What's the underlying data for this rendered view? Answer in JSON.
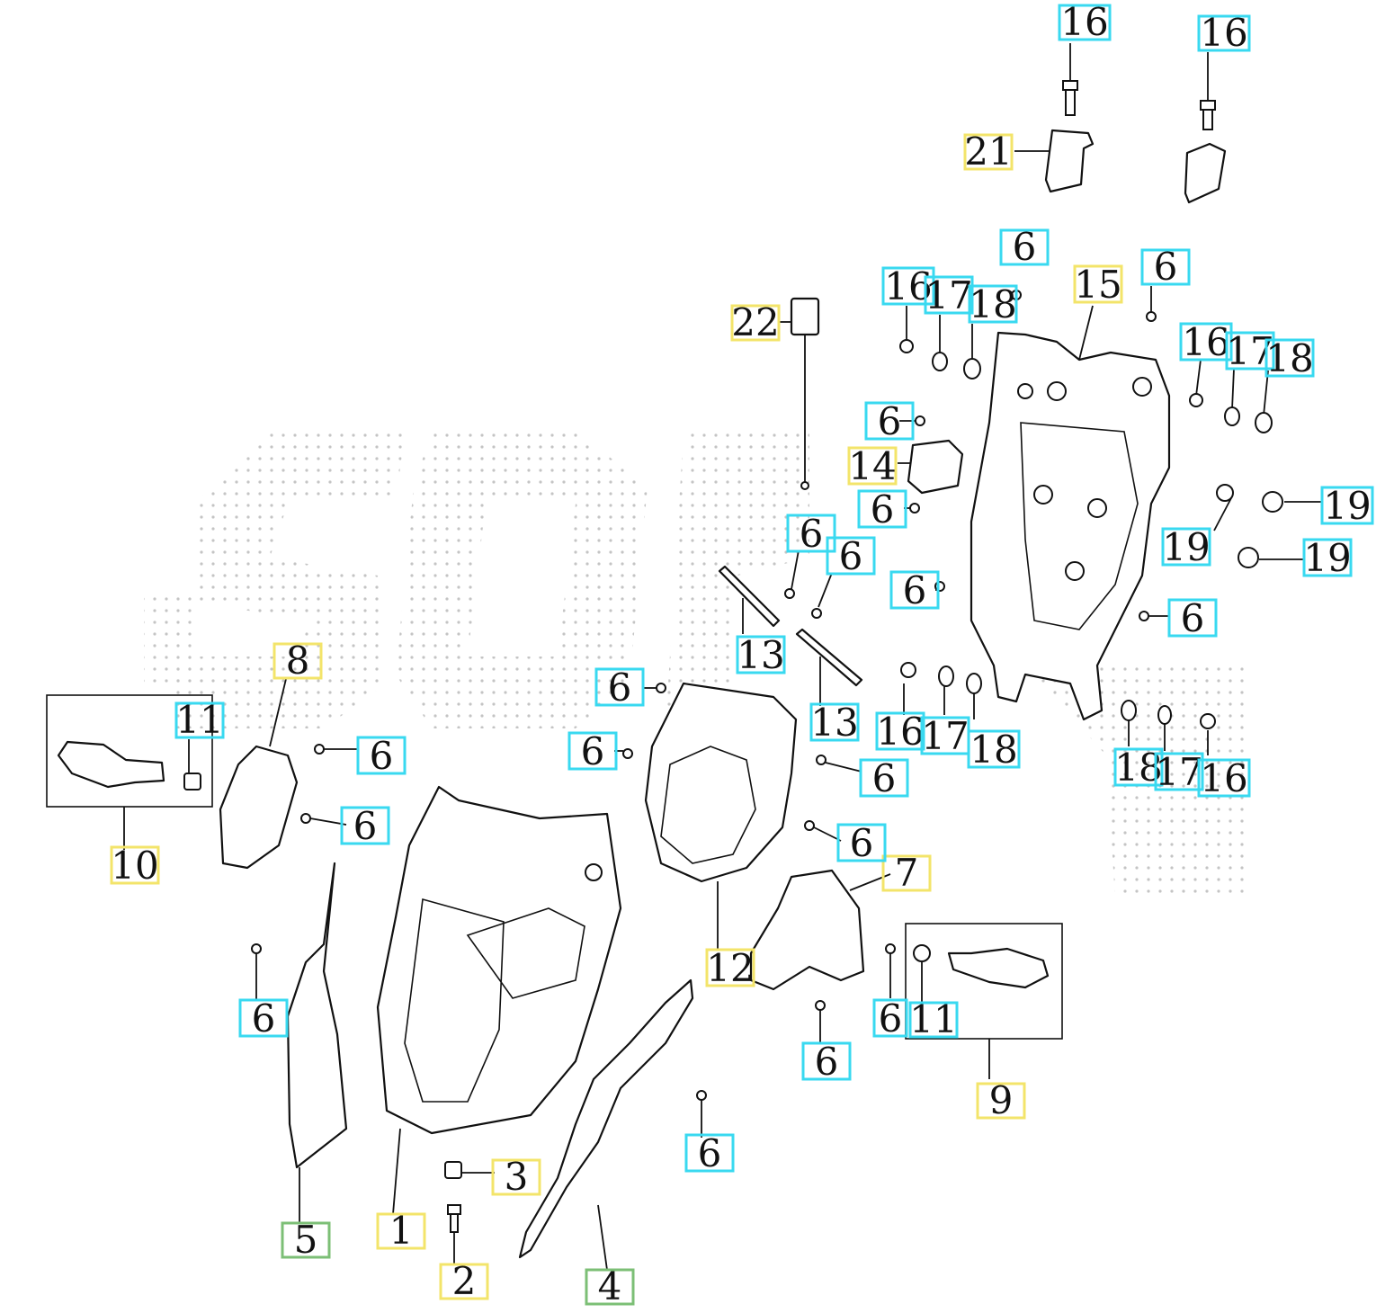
{
  "diagram": {
    "watermark_dots": "#c8c8c8",
    "colors": {
      "cyan": "#39d9f0",
      "yellow": "#f3e46a",
      "green": "#7cbf76"
    },
    "labels": [
      {
        "id": "l16a",
        "text": "16",
        "color": "cyan"
      },
      {
        "id": "l16b",
        "text": "16",
        "color": "cyan"
      },
      {
        "id": "l21",
        "text": "21",
        "color": "yellow"
      },
      {
        "id": "l6a",
        "text": "6",
        "color": "cyan"
      },
      {
        "id": "l6b",
        "text": "6",
        "color": "cyan"
      },
      {
        "id": "l16c",
        "text": "16",
        "color": "cyan"
      },
      {
        "id": "l17a",
        "text": "17",
        "color": "cyan"
      },
      {
        "id": "l18a",
        "text": "18",
        "color": "cyan"
      },
      {
        "id": "l15",
        "text": "15",
        "color": "yellow"
      },
      {
        "id": "l22",
        "text": "22",
        "color": "yellow"
      },
      {
        "id": "l16d",
        "text": "16",
        "color": "cyan"
      },
      {
        "id": "l17b",
        "text": "17",
        "color": "cyan"
      },
      {
        "id": "l18b",
        "text": "18",
        "color": "cyan"
      },
      {
        "id": "l6c",
        "text": "6",
        "color": "cyan"
      },
      {
        "id": "l14",
        "text": "14",
        "color": "yellow"
      },
      {
        "id": "l6d",
        "text": "6",
        "color": "cyan"
      },
      {
        "id": "l19a",
        "text": "19",
        "color": "cyan"
      },
      {
        "id": "l19b",
        "text": "19",
        "color": "cyan"
      },
      {
        "id": "l19c",
        "text": "19",
        "color": "cyan"
      },
      {
        "id": "l6e",
        "text": "6",
        "color": "cyan"
      },
      {
        "id": "l6f",
        "text": "6",
        "color": "cyan"
      },
      {
        "id": "l6g",
        "text": "6",
        "color": "cyan"
      },
      {
        "id": "l6h",
        "text": "6",
        "color": "cyan"
      },
      {
        "id": "l13a",
        "text": "13",
        "color": "cyan"
      },
      {
        "id": "l8",
        "text": "8",
        "color": "yellow"
      },
      {
        "id": "l11a",
        "text": "11",
        "color": "cyan"
      },
      {
        "id": "l6i",
        "text": "6",
        "color": "cyan"
      },
      {
        "id": "l13b",
        "text": "13",
        "color": "cyan"
      },
      {
        "id": "l16e",
        "text": "16",
        "color": "cyan"
      },
      {
        "id": "l17c",
        "text": "17",
        "color": "cyan"
      },
      {
        "id": "l18c",
        "text": "18",
        "color": "cyan"
      },
      {
        "id": "l18d",
        "text": "18",
        "color": "cyan"
      },
      {
        "id": "l17d",
        "text": "17",
        "color": "cyan"
      },
      {
        "id": "l16f",
        "text": "16",
        "color": "cyan"
      },
      {
        "id": "l6j",
        "text": "6",
        "color": "cyan"
      },
      {
        "id": "l6k",
        "text": "6",
        "color": "cyan"
      },
      {
        "id": "l6l",
        "text": "6",
        "color": "cyan"
      },
      {
        "id": "l6m",
        "text": "6",
        "color": "cyan"
      },
      {
        "id": "l10",
        "text": "10",
        "color": "yellow"
      },
      {
        "id": "l7",
        "text": "7",
        "color": "yellow"
      },
      {
        "id": "l12",
        "text": "12",
        "color": "yellow"
      },
      {
        "id": "l6n",
        "text": "6",
        "color": "cyan"
      },
      {
        "id": "l6o",
        "text": "6",
        "color": "cyan"
      },
      {
        "id": "l11b",
        "text": "11",
        "color": "cyan"
      },
      {
        "id": "l6p",
        "text": "6",
        "color": "cyan"
      },
      {
        "id": "l9",
        "text": "9",
        "color": "yellow"
      },
      {
        "id": "l6q",
        "text": "6",
        "color": "cyan"
      },
      {
        "id": "l3",
        "text": "3",
        "color": "yellow"
      },
      {
        "id": "l5",
        "text": "5",
        "color": "green"
      },
      {
        "id": "l1",
        "text": "1",
        "color": "yellow"
      },
      {
        "id": "l2",
        "text": "2",
        "color": "yellow"
      },
      {
        "id": "l4",
        "text": "4",
        "color": "green"
      }
    ]
  }
}
